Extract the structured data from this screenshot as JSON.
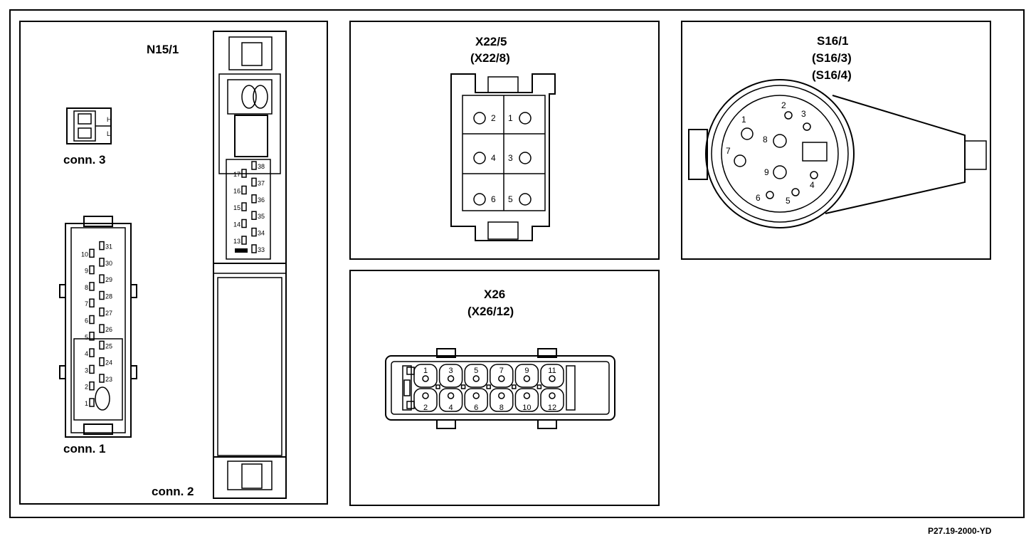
{
  "panels": {
    "n15": {
      "title": "N15/1",
      "conn1_label": "conn. 1",
      "conn2_label": "conn. 2",
      "conn3_label": "conn. 3",
      "conn3_pins": [
        "H",
        "L"
      ],
      "conn1_pins": [
        "1",
        "2",
        "3",
        "4",
        "5",
        "6",
        "7",
        "8",
        "9",
        "10",
        "23",
        "24",
        "25",
        "26",
        "27",
        "28",
        "29",
        "30",
        "31"
      ],
      "conn2_pins": [
        "13",
        "14",
        "15",
        "16",
        "17",
        "33",
        "34",
        "35",
        "36",
        "37",
        "38"
      ]
    },
    "x22": {
      "title": "X22/5",
      "subtitle": "(X22/8)",
      "pins": [
        "1",
        "2",
        "3",
        "4",
        "5",
        "6"
      ]
    },
    "s16": {
      "title": "S16/1",
      "subtitle1": "(S16/3)",
      "subtitle2": "(S16/4)",
      "pins": [
        "1",
        "2",
        "3",
        "4",
        "5",
        "6",
        "7",
        "8",
        "9"
      ]
    },
    "x26": {
      "title": "X26",
      "subtitle": "(X26/12)",
      "pins": [
        "1",
        "2",
        "3",
        "4",
        "5",
        "6",
        "7",
        "8",
        "9",
        "10",
        "11",
        "12"
      ]
    }
  },
  "figure_ref": "P27.19-2000-YD"
}
